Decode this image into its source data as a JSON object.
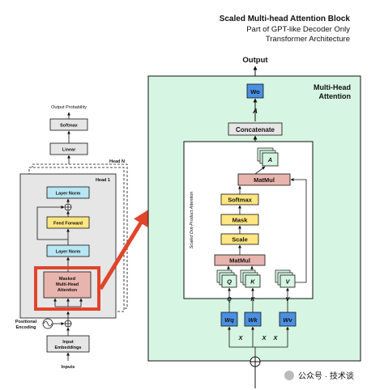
{
  "header": {
    "title": "Scaled Multi-head Attention Block",
    "subtitle_line1": "Part of GPT-like Decoder Only",
    "subtitle_line2": "Transformer Architecture"
  },
  "left": {
    "output_probability": "Output Probability",
    "softmax": "Softmax",
    "linear": "Linear",
    "head_n": "Head N",
    "head_1": "Head 1",
    "layer_norm_top": "Layer Norm",
    "feed_forward": "Feed Forward",
    "layer_norm_bottom": "Layer Norm",
    "masked_line1": "Masked",
    "masked_line2": "Multi-Head",
    "masked_line3": "Attention",
    "positional_line1": "Positional",
    "positional_line2": "Encoding",
    "input_emb_line1": "Input",
    "input_emb_line2": "Embeddings",
    "inputs": "Inputs"
  },
  "right": {
    "output": "Output",
    "multihead_line1": "Multi-Head",
    "multihead_line2": "Attention",
    "wo": "Wo",
    "a_label": "A",
    "concatenate": "Concatenate",
    "a_box": "A",
    "sdpa_label": "Scaled Dot-Product Attention",
    "matmul_top": "MatMul",
    "softmax": "Softmax",
    "mask": "Mask",
    "scale": "Scale",
    "matmul_bottom": "MatMul",
    "q_box": "Q",
    "k_box": "K",
    "v_box": "V",
    "q_label": "Q",
    "k_label": "K",
    "v_label": "V",
    "wq": "Wq",
    "wk": "Wk",
    "wv": "Wv",
    "x1": "X",
    "x2": "X",
    "x3": "X"
  },
  "watermark": "公众号 · 技术谈",
  "colors": {
    "green_bg": "#d6f5e3",
    "blue": "#4a90e2",
    "cyan": "#b8e6f2",
    "yellow": "#ffe680",
    "pink": "#e8b4ae",
    "red": "#e0452b",
    "gray": "#e6e6e6"
  }
}
